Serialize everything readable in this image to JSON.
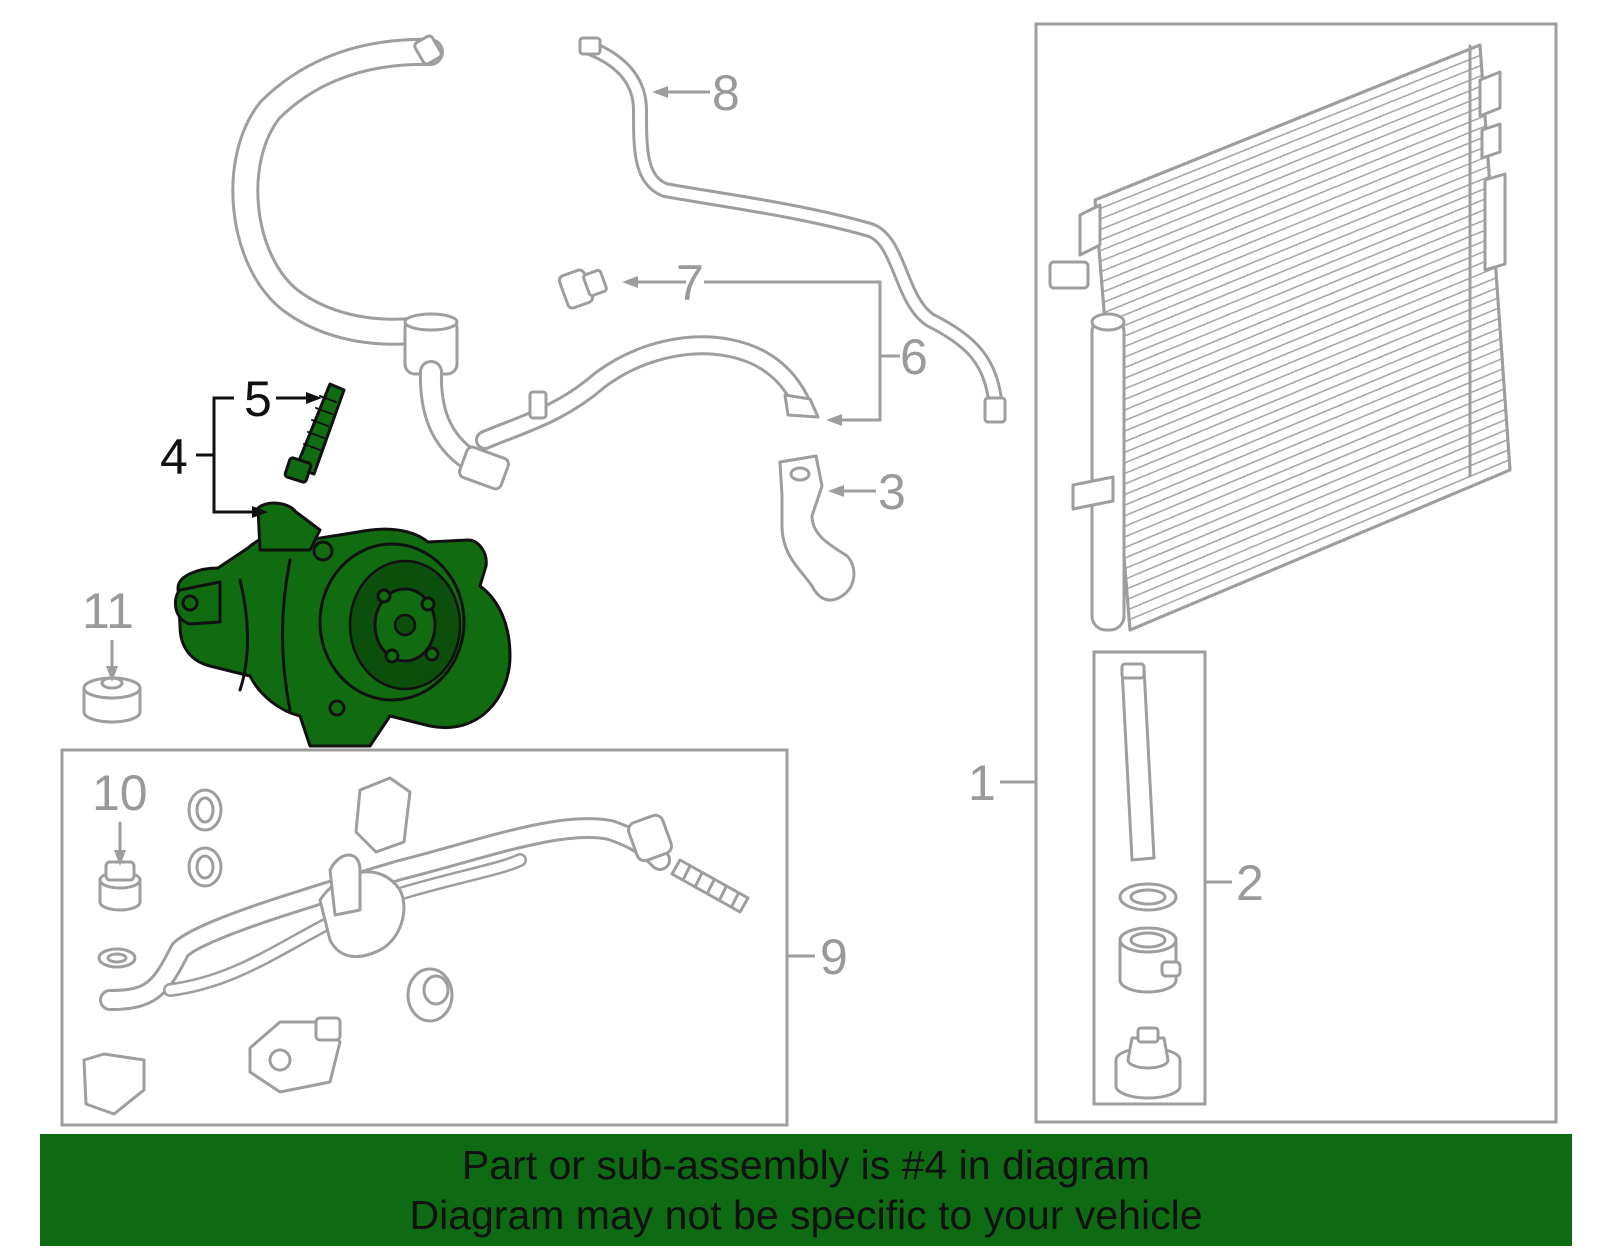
{
  "callouts": {
    "c1": "1",
    "c2": "2",
    "c3": "3",
    "c4": "4",
    "c5": "5",
    "c6": "6",
    "c7": "7",
    "c8": "8",
    "c9": "9",
    "c10": "10",
    "c11": "11"
  },
  "highlighted_part": "4",
  "colors": {
    "highlight_green": "#116b11",
    "banner_green": "#0e6b14",
    "line_gray": "#9e9e9e"
  },
  "banner": {
    "line1": "Part or sub-assembly is #4 in diagram",
    "line2": "Diagram may not be specific to your vehicle"
  }
}
